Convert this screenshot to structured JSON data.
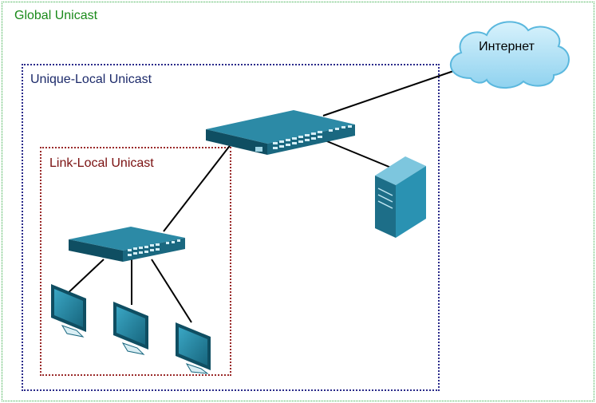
{
  "zones": {
    "global": "Global Unicast",
    "unique_local": "Unique-Local Unicast",
    "link_local": "Link-Local Unicast"
  },
  "internet": {
    "label": "Интернет"
  },
  "devices": {
    "core_switch": {
      "icon": "network-switch",
      "color": "#1f6e86"
    },
    "access_switch": {
      "icon": "network-switch",
      "color": "#1f6e86"
    },
    "server": {
      "icon": "server-tower",
      "color": "#2a8aa6"
    },
    "workstations": [
      "monitor",
      "monitor",
      "monitor"
    ]
  },
  "colors": {
    "global": "#33aa44",
    "unique_local": "#2a2a8a",
    "link_local": "#9a2a2a",
    "device": "#1f7d96",
    "cloud": "#a9e0f6"
  }
}
